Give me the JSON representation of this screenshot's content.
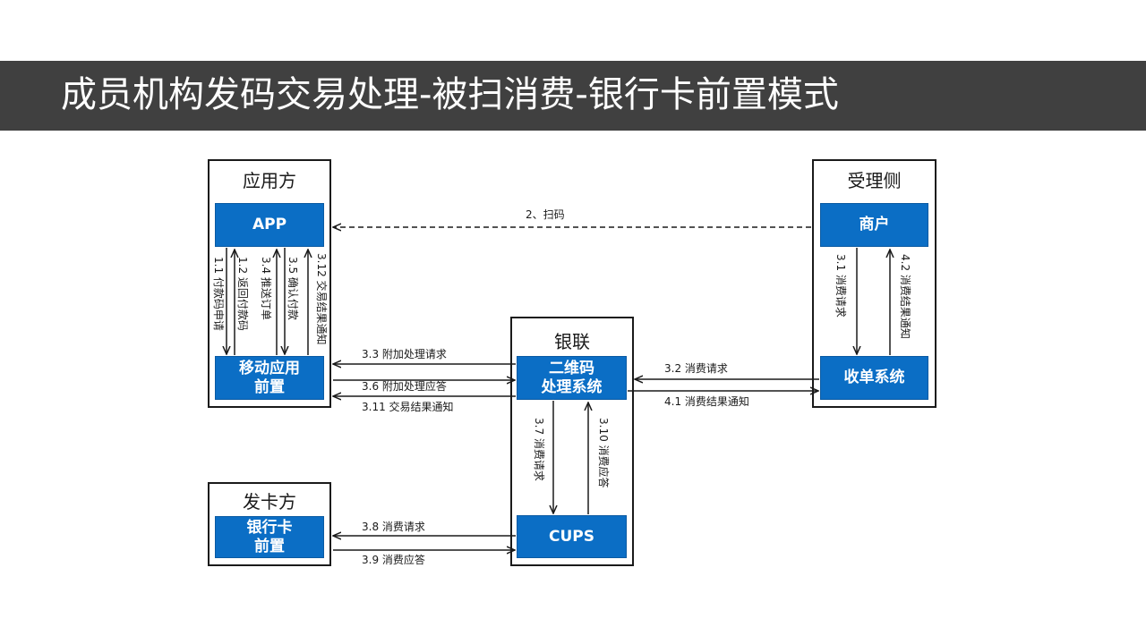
{
  "title": "成员机构发码交易处理-被扫消费-银行卡前置模式",
  "panels": {
    "app_side": {
      "title": "应用方",
      "app_box": "APP",
      "front_box": "移动应用\n前置"
    },
    "acquirer_side": {
      "title": "受理侧",
      "merchant_box": "商户",
      "pos_box": "收单系统"
    },
    "unionpay": {
      "title": "银联",
      "qr_box": "二维码\n处理系统",
      "cups_box": "CUPS"
    },
    "issuer_side": {
      "title": "发卡方",
      "bank_box": "银行卡\n前置"
    }
  },
  "labels": {
    "scan": "2、扫码",
    "l1_1": "1.1 付款码申请",
    "l1_2": "1.2 返回付款码",
    "l3_4": "3.4 推送订单",
    "l3_5": "3.5 确认付款",
    "l3_12": "3.12 交易结果通知",
    "l3_1": "3.1 消费请求",
    "l4_2": "4.2 消费结果通知",
    "l3_3": "3.3 附加处理请求",
    "l3_6": "3.6 附加处理应答",
    "l3_11": "3.11 交易结果通知",
    "l3_2": "3.2 消费请求",
    "l4_1": "4.1 消费结果通知",
    "l3_7": "3.7 消费请求",
    "l3_10": "3.10 消费应答",
    "l3_8": "3.8 消费请求",
    "l3_9": "3.9 消费应答"
  },
  "colors": {
    "title_bar": "#404040",
    "box_fill": "#0b6ec5",
    "line": "#1a1a1a"
  }
}
